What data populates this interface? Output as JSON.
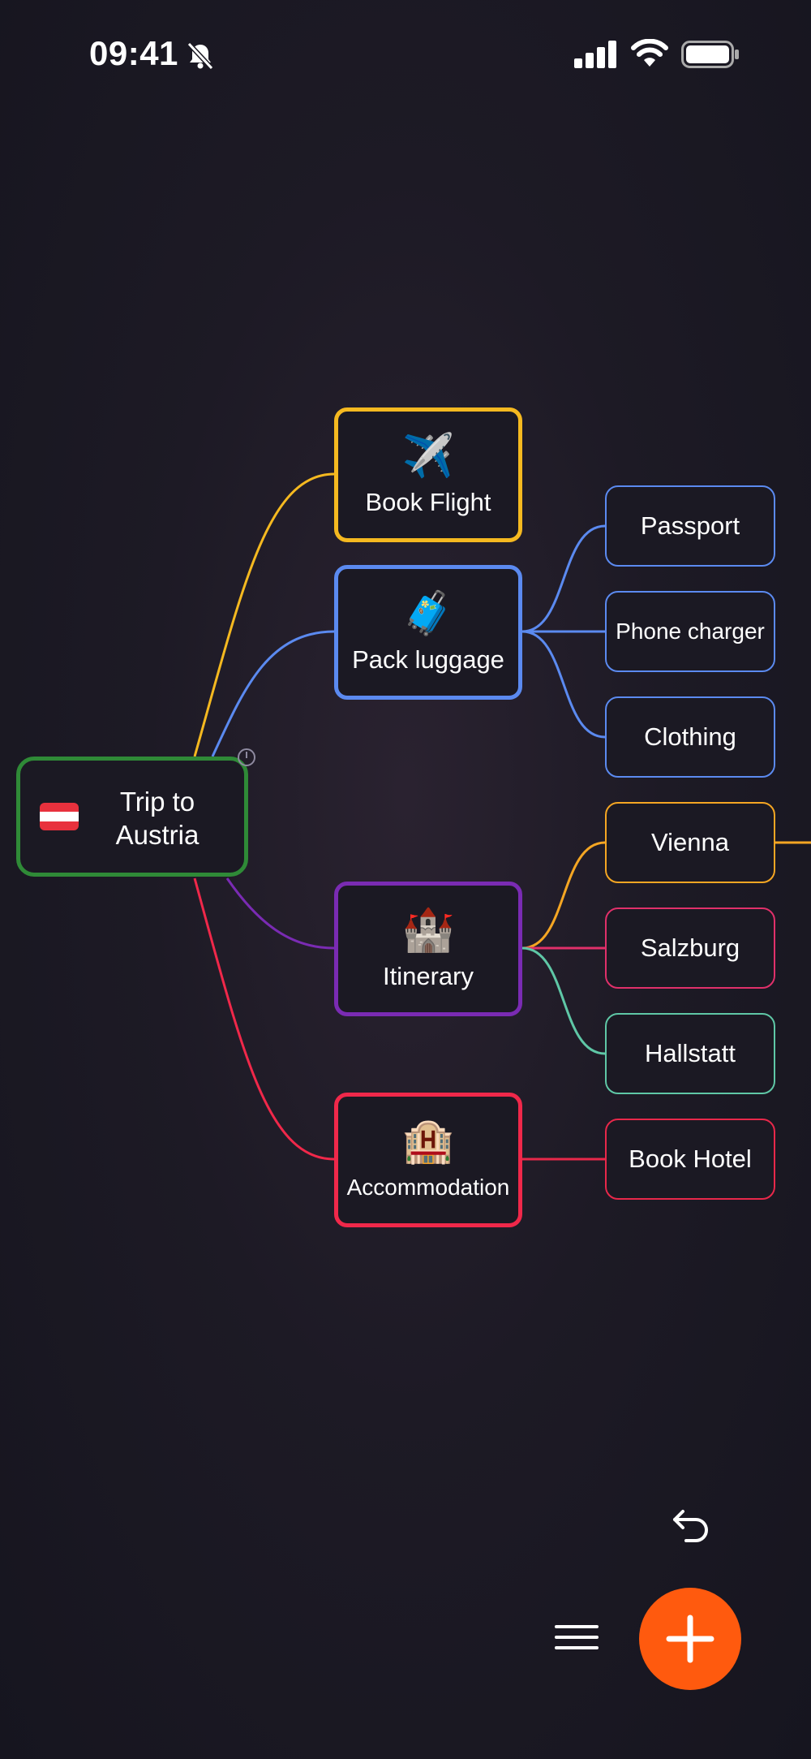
{
  "status_bar": {
    "time": "09:41"
  },
  "root": {
    "label": "Trip to Austria"
  },
  "branches": [
    {
      "key": "book-flight",
      "emoji": "✈️",
      "label": "Book Flight",
      "color": "#f5b920"
    },
    {
      "key": "pack-luggage",
      "emoji": "🧳",
      "label": "Pack luggage",
      "color": "#5b8af0",
      "children": [
        "Passport",
        "Phone charger",
        "Clothing"
      ]
    },
    {
      "key": "itinerary",
      "emoji": "🏰",
      "label": "Itinerary",
      "color": "#7a2bb3",
      "children": [
        "Vienna",
        "Salzburg",
        "Hallstatt"
      ]
    },
    {
      "key": "accommodation",
      "emoji": "🏨",
      "label": "Accommodation",
      "color": "#f0284a",
      "children": [
        "Book Hotel"
      ]
    }
  ],
  "leaf_colors": {
    "passport": "#5b8af0",
    "phone_charger": "#5b8af0",
    "clothing": "#5b8af0",
    "vienna": "#f5a623",
    "salzburg": "#e0306a",
    "hallstatt": "#5fc7a6",
    "book_hotel": "#e8284a"
  },
  "controls": {
    "fab_color": "#ff5a0e"
  }
}
